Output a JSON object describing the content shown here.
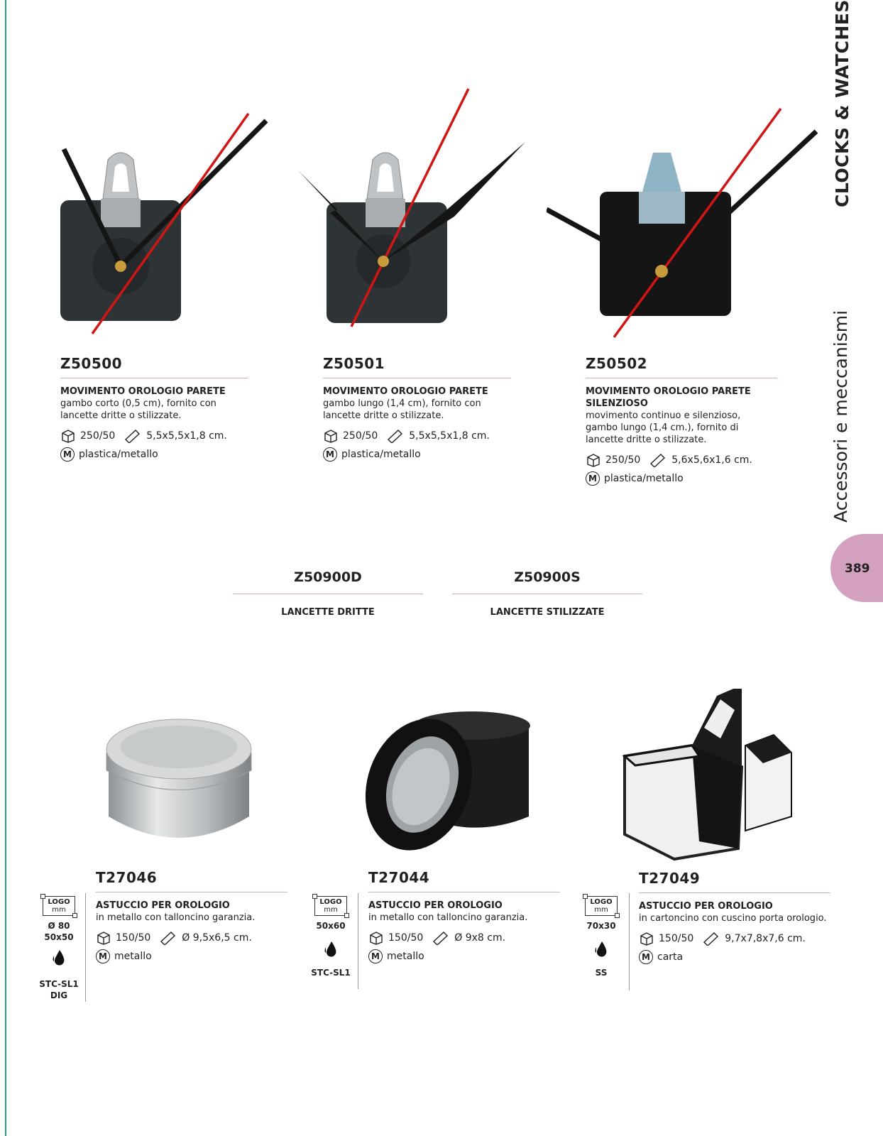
{
  "section": {
    "title": "CLOCKS & WATCHES",
    "subtitle": "Accessori e meccanismi",
    "page_number": "389"
  },
  "products_top": [
    {
      "code": "Z50500",
      "title_lines": [
        "MOVIMENTO OROLOGIO PARETE"
      ],
      "desc_lines": [
        "gambo corto (0,5 cm), fornito con",
        "lancette dritte o stilizzate."
      ],
      "packaging": "250/50",
      "size": "5,5x5,5x1,8 cm.",
      "material_icon": "M",
      "material": "plastica/metallo"
    },
    {
      "code": "Z50501",
      "title_lines": [
        "MOVIMENTO OROLOGIO PARETE"
      ],
      "desc_lines": [
        "gambo lungo (1,4 cm), fornito con",
        "lancette dritte o stilizzate."
      ],
      "packaging": "250/50",
      "size": "5,5x5,5x1,8 cm.",
      "material_icon": "M",
      "material": "plastica/metallo"
    },
    {
      "code": "Z50502",
      "title_lines": [
        "MOVIMENTO OROLOGIO PARETE",
        "SILENZIOSO"
      ],
      "desc_lines": [
        "movimento continuo e silenzioso,",
        "gambo lungo (1,4 cm.), fornito di",
        "lancette dritte o stilizzate."
      ],
      "packaging": "250/50",
      "size": "5,6x5,6x1,6 cm.",
      "material_icon": "M",
      "material": "plastica/metallo"
    }
  ],
  "hands": [
    {
      "code": "Z50900D",
      "label": "LANCETTE DRITTE"
    },
    {
      "code": "Z50900S",
      "label": "LANCETTE STILIZZATE"
    }
  ],
  "products_bottom": [
    {
      "code": "T27046",
      "title": "ASTUCCIO PER OROLOGIO",
      "desc": "in metallo con talloncino garanzia.",
      "packaging": "150/50",
      "size": "Ø 9,5x6,5 cm.",
      "material_icon": "M",
      "material": "metallo",
      "logo_label": [
        "LOGO",
        "mm"
      ],
      "logo_sizes": [
        "Ø 80",
        "50x50"
      ],
      "print_codes": [
        "STC-SL1",
        "DIG"
      ]
    },
    {
      "code": "T27044",
      "title": "ASTUCCIO PER OROLOGIO",
      "desc": "in metallo con talloncino garanzia.",
      "packaging": "150/50",
      "size": "Ø 9x8 cm.",
      "material_icon": "M",
      "material": "metallo",
      "logo_label": [
        "LOGO",
        "mm"
      ],
      "logo_sizes": [
        "50x60"
      ],
      "print_codes": [
        "STC-SL1"
      ]
    },
    {
      "code": "T27049",
      "title": "ASTUCCIO PER OROLOGIO",
      "desc": "in cartoncino con cuscino porta orologio.",
      "packaging": "150/50",
      "size": "9,7x7,8x7,6 cm.",
      "material_icon": "M",
      "material": "carta",
      "logo_label": [
        "LOGO",
        "mm"
      ],
      "logo_sizes": [
        "70x30"
      ],
      "print_codes": [
        "SS"
      ]
    }
  ]
}
